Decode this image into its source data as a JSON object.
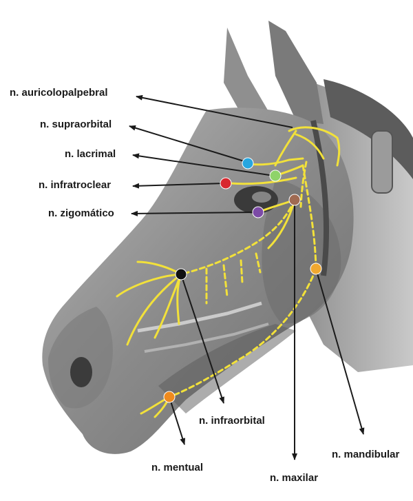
{
  "diagram": {
    "labels": {
      "auricolopalpebral": "n. auricolopalpebral",
      "supraorbital": "n. supraorbital",
      "lacrimal": "n. lacrimal",
      "infratroclear": "n. infratroclear",
      "zigomatico": "n. zigomático",
      "infraorbital": "n. infraorbital",
      "mentual": "n. mentual",
      "maxilar": "n. maxilar",
      "mandibular": "n. mandibular"
    },
    "colors": {
      "nerve": "#f2e13a",
      "arrow": "#1a1a1a",
      "supraorbital": "#27a6df",
      "lacrimal": "#8fd36a",
      "infratroclear": "#d8282f",
      "zigomatico": "#7c4aa6",
      "maxilar": "#a06a52",
      "infraorbital": "#111111",
      "mandibular": "#f0a830",
      "mentual": "#ee8a1e"
    }
  }
}
